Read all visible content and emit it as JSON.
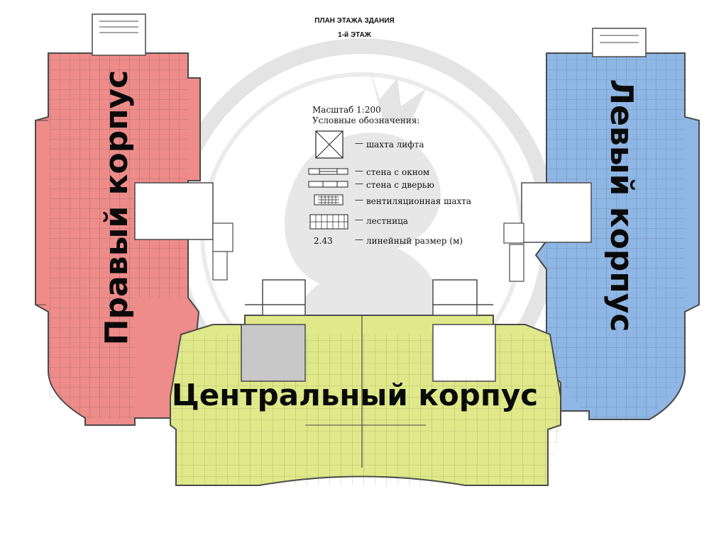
{
  "header": {
    "title": "ПЛАН ЭТАЖА ЗДАНИЯ",
    "floor": "1-й ЭТАЖ"
  },
  "legend": {
    "scale": "Масштаб 1:200",
    "heading": "Условные обозначения:",
    "dash": "—",
    "items": [
      {
        "icon": "elevator-shaft-icon",
        "label": "шахта лифта"
      },
      {
        "icon": "wall-window-icon",
        "label": "стена с окном"
      },
      {
        "icon": "wall-door-icon",
        "label": "стена с дверью"
      },
      {
        "icon": "ventilation-shaft-icon",
        "label": "вентиляционная шахта"
      },
      {
        "icon": "stairs-icon",
        "label": "лестница"
      },
      {
        "icon": "dimension-text",
        "symbol": "2.43",
        "label": "линейный размер (м)"
      }
    ]
  },
  "wings": {
    "right": {
      "label": "Правый корпус",
      "color": "#ee8c8a"
    },
    "left": {
      "label": "Левый корпус",
      "color": "#8fb7e5"
    },
    "central": {
      "label": "Центральный корпус",
      "color": "#dfe98a"
    }
  },
  "colors": {
    "wall": "#4a4a4a",
    "watermark": "#d9d9d9",
    "core": "#c8c8c8"
  }
}
